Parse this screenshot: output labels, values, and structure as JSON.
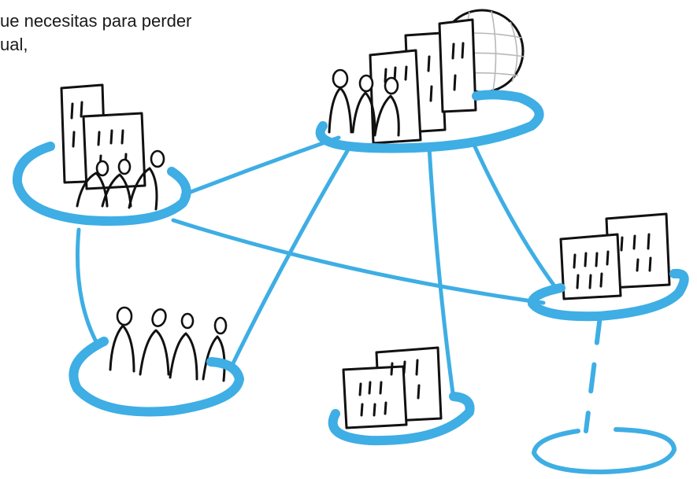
{
  "caption": {
    "line1": "ue necesitas para perder",
    "line2": "ual,"
  },
  "colors": {
    "network_blue": "#3eaee4",
    "ink": "#111111",
    "globe_grid": "#b8b8b8"
  },
  "icons": [
    "globe-icon",
    "building-icon",
    "people-icon",
    "ring-platform"
  ]
}
